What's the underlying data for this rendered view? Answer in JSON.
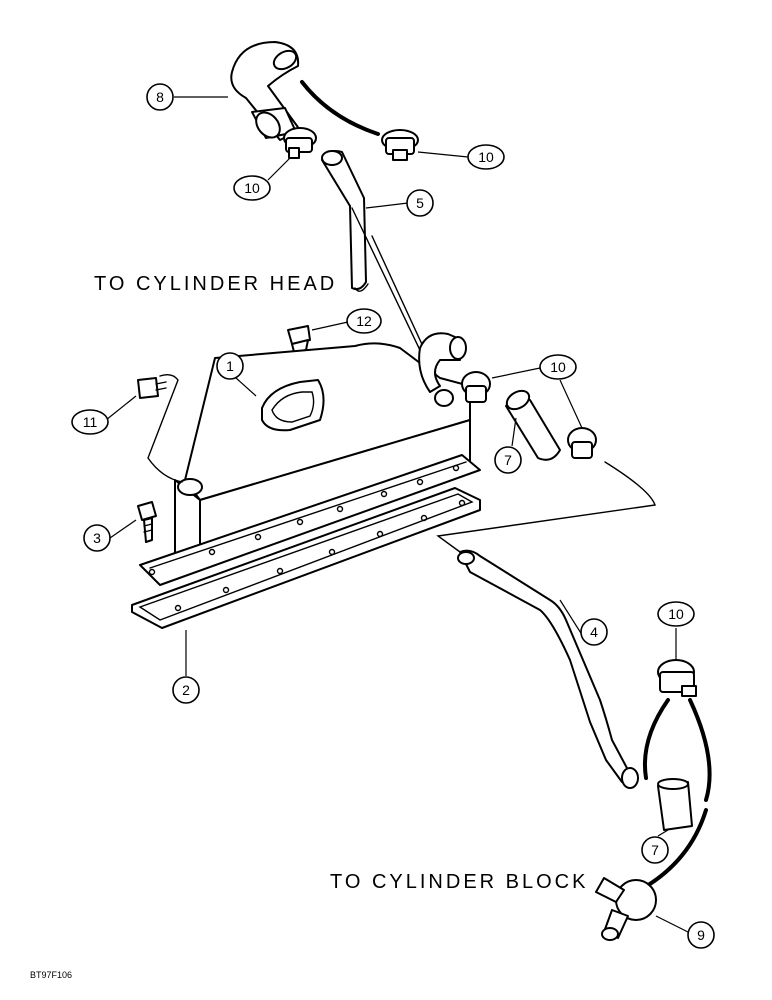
{
  "labels": {
    "to_head": "TO CYLINDER HEAD",
    "to_block": "TO CYLINDER BLOCK",
    "figure_code": "BT97F106"
  },
  "callouts": {
    "c1": "1",
    "c2": "2",
    "c3": "3",
    "c4": "4",
    "c5": "5",
    "c7a": "7",
    "c7b": "7",
    "c8": "8",
    "c9": "9",
    "c10a": "10",
    "c10b": "10",
    "c10c": "10",
    "c10d": "10",
    "c11": "11",
    "c12": "12"
  }
}
